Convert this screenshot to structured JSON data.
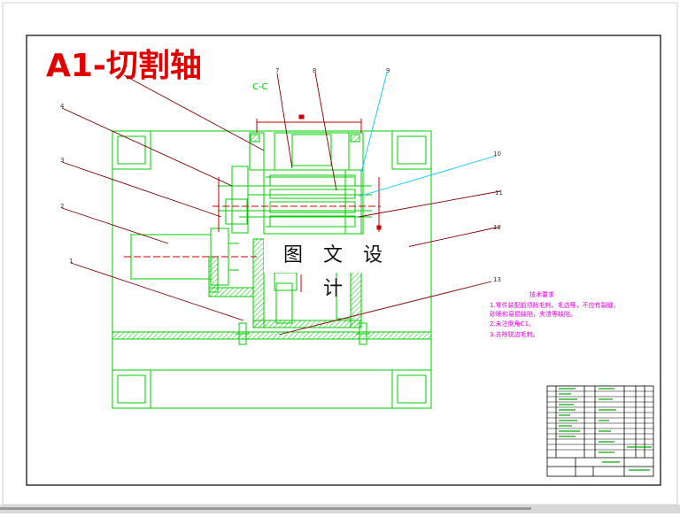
{
  "drawing": {
    "title": "A1-切割轴",
    "section_label": "C-C",
    "watermark": "图 文 设 计",
    "part_numbers": [
      "7",
      "8",
      "9",
      "4",
      "3",
      "10",
      "11",
      "2",
      "12",
      "1",
      "13"
    ],
    "tech_requirements": {
      "heading": "技术要求",
      "lines": [
        "1.零件装配前须除毛刺、毛边等，不应有裂缝、",
        "   砂眼和易损缺陷，夹渣等缺陷。",
        "2.未注倒角C1。",
        "3.去除锐边毛刺。"
      ]
    },
    "colors": {
      "title": "#e00000",
      "frame": "#000000",
      "body_lines": "#00cc00",
      "leader_lines": "#800000",
      "cyan_leader": "#00c8ff",
      "notes": "#e000e0",
      "dim_red": "#cc0000"
    }
  }
}
